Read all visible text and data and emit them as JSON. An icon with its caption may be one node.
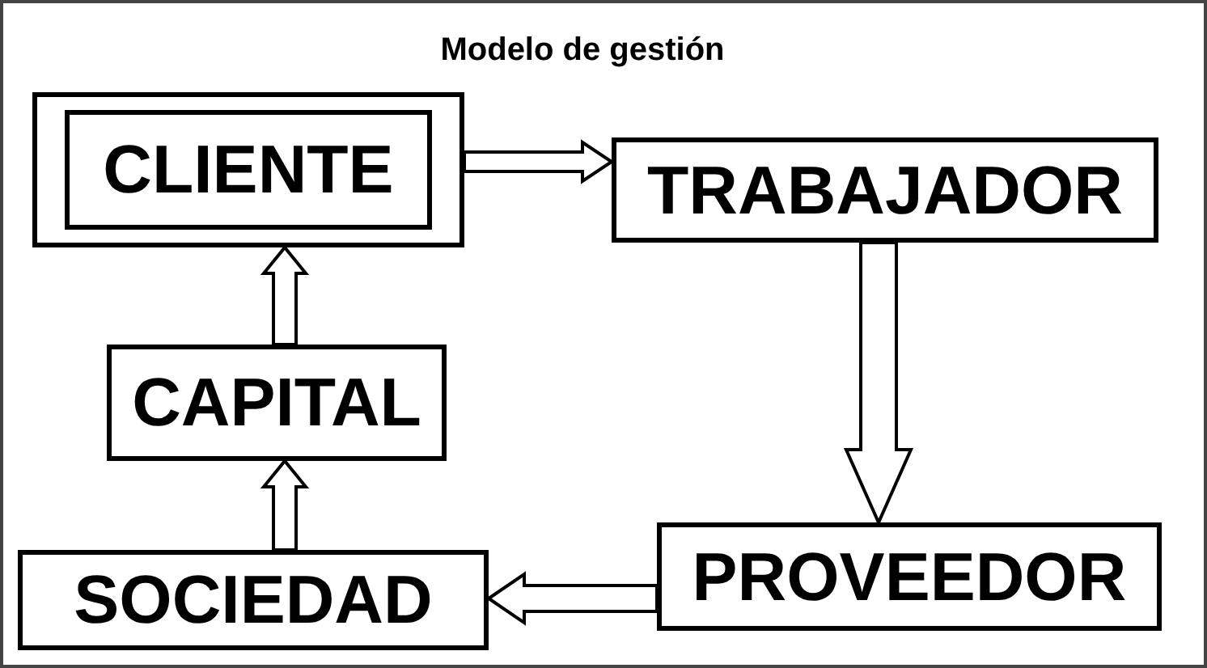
{
  "diagram": {
    "title": "Modelo de gestión",
    "nodes": [
      {
        "text": [
          "CLIENTE"
        ]
      },
      {
        "text": [
          "TRABAJADOR"
        ]
      },
      {
        "text": [
          "CAPITAL"
        ]
      },
      {
        "text": [
          "PROVEEDOR"
        ]
      },
      {
        "text": [
          "SOCIEDAD"
        ]
      }
    ],
    "edges": [
      {
        "from": 0,
        "to": 1,
        "arrow": "to"
      },
      {
        "from": 1,
        "to": 3,
        "arrow": "to"
      },
      {
        "from": 3,
        "to": 4,
        "arrow": "to"
      },
      {
        "from": 4,
        "to": 2,
        "arrow": "to"
      },
      {
        "from": 2,
        "to": 0,
        "arrow": "to"
      }
    ]
  }
}
